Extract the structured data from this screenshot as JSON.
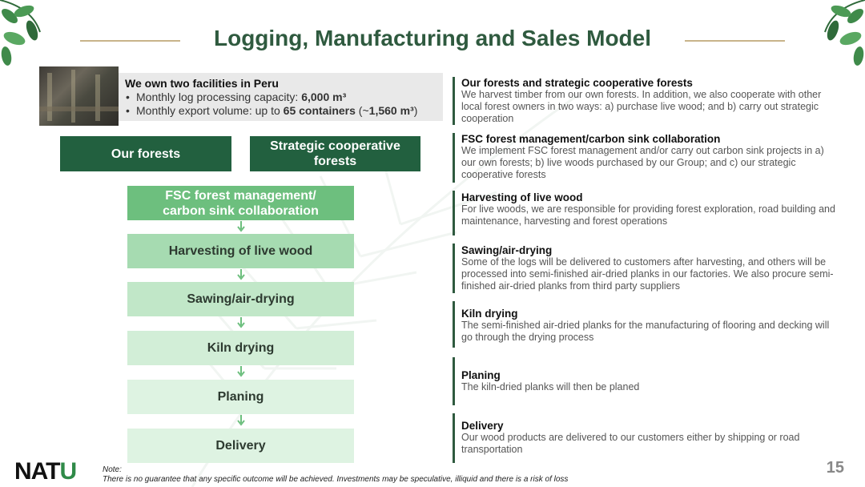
{
  "title": "Logging, Manufacturing and Sales Model",
  "facilities": {
    "heading": "We own two facilities in Peru",
    "bullet1_prefix": "Monthly log processing capacity: ",
    "bullet1_value": "6,000 m³",
    "bullet2_prefix": "Monthly export volume: up to ",
    "bullet2_value": "65 containers",
    "bullet2_suffix": " (~",
    "bullet2_value2": "1,560 m³",
    "bullet2_end": ")"
  },
  "flow": {
    "our_forests": "Our forests",
    "strategic_forests": "Strategic cooperative forests",
    "fsc": "FSC forest management/ carbon sink collaboration",
    "harvesting": "Harvesting of live wood",
    "sawing": "Sawing/air-drying",
    "kiln": "Kiln drying",
    "planing": "Planing",
    "delivery": "Delivery"
  },
  "descriptions": [
    {
      "heading": "Our forests and strategic cooperative forests",
      "text": "We harvest timber from our own forests. In addition, we also cooperate with other local forest owners in two ways: a) purchase live wood; and b) carry out strategic cooperation"
    },
    {
      "heading": "FSC forest management/carbon sink collaboration",
      "text": "We implement FSC forest management and/or carry out carbon sink projects in a) our own forests; b) live woods purchased by our Group; and c) our strategic cooperative forests"
    },
    {
      "heading": "Harvesting of live wood",
      "text": "For live woods, we are responsible for providing forest exploration, road building and maintenance, harvesting and forest operations"
    },
    {
      "heading": "Sawing/air-drying",
      "text": "Some of the logs will be delivered to customers after harvesting, and others will be processed into semi-finished air-dried planks in our factories. We also procure semi-finished air-dried planks from third party suppliers"
    },
    {
      "heading": "Kiln drying",
      "text": "The semi-finished air-dried planks for the manufacturing of flooring and decking will go through the drying process"
    },
    {
      "heading": "Planing",
      "text": "The kiln-dried planks will then be planed"
    },
    {
      "heading": "Delivery",
      "text": "Our wood products are delivered to our customers either by shipping or road transportation"
    }
  ],
  "logo": {
    "main": "NAT",
    "accent": "U"
  },
  "note": {
    "label": "Note:",
    "text": "There is no guarantee that any specific outcome will be achieved. Investments may be speculative, illiquid and there is a risk of loss"
  },
  "page_number": "15",
  "colors": {
    "dark_green": "#22603f",
    "mid_green": "#6dbf7e",
    "title_green": "#2f5a3f"
  }
}
